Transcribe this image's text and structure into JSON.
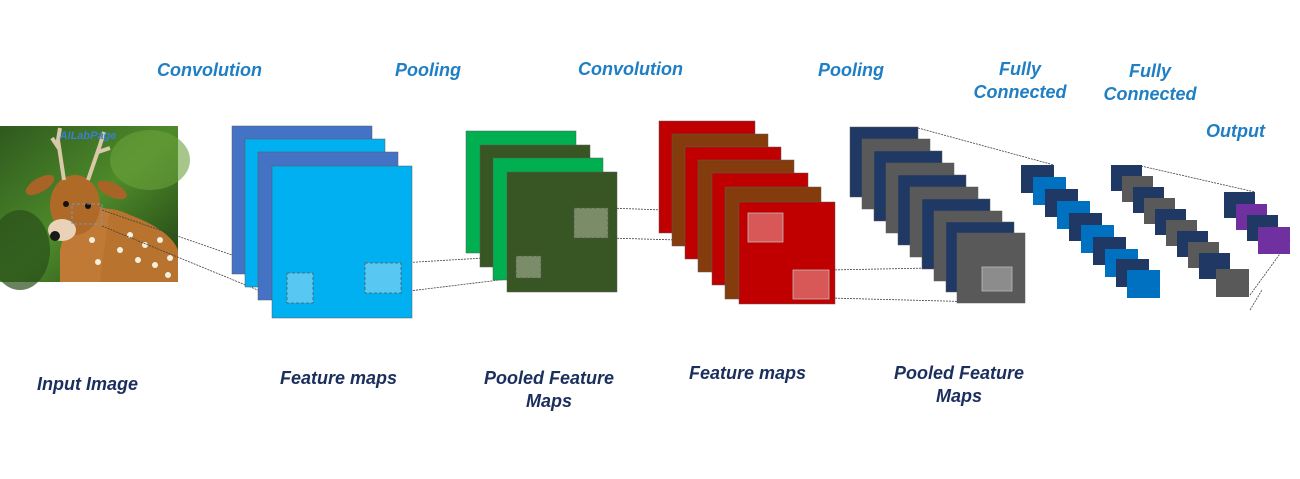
{
  "colors": {
    "stage_label": "#1f7ec4",
    "bottom_label": "#1b2f5c",
    "conv1_a": "#4472c4",
    "conv1_b": "#00b0f0",
    "pool1_a": "#00b050",
    "pool1_b": "#375623",
    "conv2_a": "#c00000",
    "conv2_b": "#843c0c",
    "pool2_a": "#1f3864",
    "pool2_b": "#595959",
    "fc1_a": "#1f3864",
    "fc1_b": "#0070c0",
    "fc2_a": "#1f3864",
    "fc2_b": "#595959",
    "out_a": "#1f3864",
    "out_b": "#7030a0"
  },
  "stages": {
    "conv1": "Convolution",
    "pool1": "Pooling",
    "conv2": "Convolution",
    "pool2": "Pooling",
    "fc1": "Fully Connected",
    "fc2": "Fully Connected",
    "output": "Output"
  },
  "bottom_labels": {
    "input": "Input Image",
    "fmap1": "Feature maps",
    "pooled1": "Pooled Feature Maps",
    "fmap2": "Feature maps",
    "pooled2": "Pooled Feature Maps"
  },
  "input_image": {
    "watermark": "AILabPage",
    "subject": "spotted deer"
  }
}
